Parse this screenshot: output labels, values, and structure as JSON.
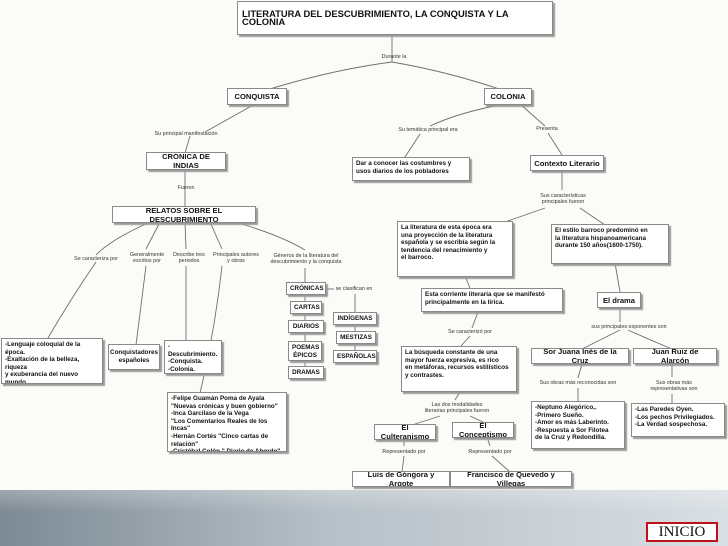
{
  "nodes": {
    "title": "LITERATURA DEL DESCUBRIMIENTO, LA CONQUISTA Y LA COLONIA",
    "conquista": "CONQUISTA",
    "colonia": "COLONIA",
    "cronica": "CRÓNICA DE INDIAS",
    "relatos": "RELATOS SOBRE EL DESCUBRIMIENTO",
    "costumbres": "Dar a conocer las costumbres y\nusos diarios de los pobladores",
    "contexto": "Contexto Literario",
    "proyeccion": "La literatura de esta época era\nuna proyección de la literatura\nespañola y se escribía según la\ntendencia del renacimiento y\nel barroco.",
    "barroco": "El estilo barroco predominó en\nla literatura hispanoamericana\ndurante 150 años(1600-1750).",
    "lirica": "Esta corriente literaria que se manifestó\nprincipalmente en la lírica.",
    "drama": "El drama",
    "busqueda": "La búsqueda constante de una\nmayor fuerza expresiva, es rico\nen metáforas, recursos estilísticos\ny contrastes.",
    "sorjuana": "Sor Juana Inés de la Cruz",
    "ruiz": "Juan Ruiz de Alarcón",
    "caract_list": "-Lenguaje coloquial de la época.\n-Exaltación de la belleza, riqueza\ny exuberancia del nuevo mundo.\n-Dar a conocer las costumbres\nindígenas.",
    "conquistadores": "Conquistadores\nespañoles",
    "periodos": "-Descubrimiento.\n-Conquista.\n-Colonia.",
    "autores": "-Felipe Guamán Poma de Ayala\n\"Nuevas crónicas y buen gobierno\"\n-Inca Garcilaso de la Vega\n\"Los Comentarios Reales de los Incas\"\n-Hernán Cortés \"Cinco cartas de relación\"\n-Cristóbal Colón \" Diario de Abordo\"\n-Alonso de Ercilla \"La Araucana\"",
    "cronicas": "CRÓNICAS",
    "cartas": "CARTAS",
    "diarios": "DIARIOS",
    "poemas": "POEMAS\nÉPICOS",
    "dramas": "DRAMAS",
    "indigenas": "INDÍGENAS",
    "mestizas": "MESTIZAS",
    "espanolas": "ESPAÑOLAS",
    "culteranismo": "El Culteranismo",
    "conceptismo": "El Conceptismo",
    "gongora": "Luis de Góngora y Argote",
    "quevedo": "Francisco de Quevedo y Villegas",
    "sorjuana_obras": "-Neptuno Alegórico,.\n-Primero Sueño.\n-Amor es más Laberinto.\n-Respuesta a Sor Filotea\nde la Cruz y Redondilla.",
    "ruiz_obras": "-Las Paredes Oyen.\n-Los pechos Privilegiados.\n-La Verdad sospechosa."
  },
  "links": {
    "durante": "Durante la",
    "manifestacion": "Su principal manifestación",
    "tematica": "Su temática principal era",
    "presenta": "Presenta",
    "fueron": "Fueron",
    "caracteriza": "Se caracteriza por",
    "generalmente": "Generalmente\nescritos por",
    "describe": "Describe tres\nperiodos",
    "principales_autores": "Principales autores\ny obras",
    "generos": "Géneros de la literatura del\ndescubrimiento y la conquista",
    "clasifican": "se clasifican en",
    "caracteristicas": "Sus características\nprincipales fueron",
    "caracterizo": "Se caracterizó por",
    "exponentes": "sus principales exponentes son",
    "obras_sorjuana": "Sus obras más reconocidas son",
    "obras_ruiz": "Sus obras más\nrepresentativas son",
    "modalidades": "Las dos modalidades\nliterarias principales fueron",
    "representado1": "Representado por",
    "representado2": "Representado por"
  },
  "footer": {
    "inicio_label": "INICIO"
  },
  "colors": {
    "line": "#6e6e6e",
    "inicio_border": "#c0101a"
  }
}
